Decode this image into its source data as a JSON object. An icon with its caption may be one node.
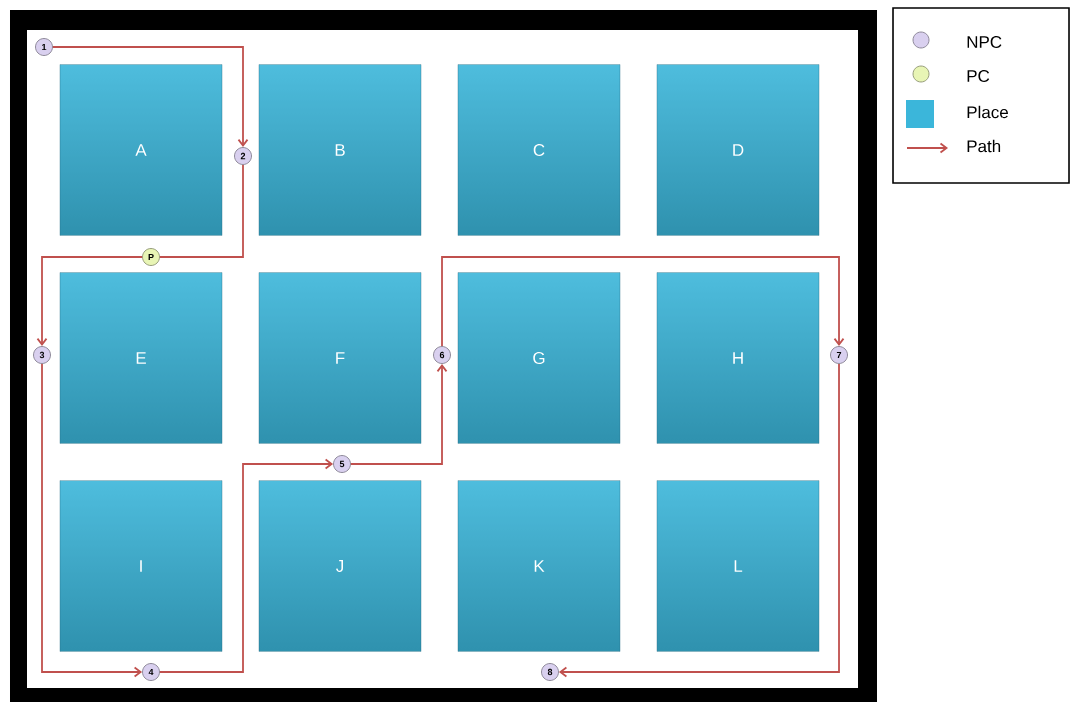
{
  "diagram": {
    "nodes": [
      {
        "text": [
          "A"
        ]
      },
      {
        "text": [
          "B"
        ]
      },
      {
        "text": [
          "C"
        ]
      },
      {
        "text": [
          "D"
        ]
      },
      {
        "text": [
          "E"
        ]
      },
      {
        "text": [
          "F"
        ]
      },
      {
        "text": [
          "G"
        ]
      },
      {
        "text": [
          "H"
        ]
      },
      {
        "text": [
          "I"
        ]
      },
      {
        "text": [
          "J"
        ]
      },
      {
        "text": [
          "K"
        ]
      },
      {
        "text": [
          "L"
        ]
      },
      {
        "text": [
          "1"
        ]
      },
      {
        "text": [
          "2"
        ]
      },
      {
        "text": [
          "P"
        ]
      },
      {
        "text": [
          "3"
        ]
      },
      {
        "text": [
          "4"
        ]
      },
      {
        "text": [
          "5"
        ]
      },
      {
        "text": [
          "6"
        ]
      },
      {
        "text": [
          "7"
        ]
      },
      {
        "text": [
          "8"
        ]
      }
    ],
    "edges": [
      {
        "from": 12,
        "to": 13,
        "arrow": "to"
      },
      {
        "from": 13,
        "to": 14,
        "arrow": "none"
      },
      {
        "from": 14,
        "to": 15,
        "arrow": "to"
      },
      {
        "from": 15,
        "to": 16,
        "arrow": "to"
      },
      {
        "from": 16,
        "to": 17,
        "arrow": "to"
      },
      {
        "from": 17,
        "to": 18,
        "arrow": "to"
      },
      {
        "from": 18,
        "to": 19,
        "arrow": "to"
      },
      {
        "from": 19,
        "to": 20,
        "arrow": "to"
      }
    ],
    "legend": [
      {
        "text": "NPC",
        "color": "#d9d0ef"
      },
      {
        "text": "PC",
        "color": "#e8f5b5"
      },
      {
        "text": "Place",
        "color": "#3bb6da"
      },
      {
        "text": "Path"
      }
    ]
  }
}
